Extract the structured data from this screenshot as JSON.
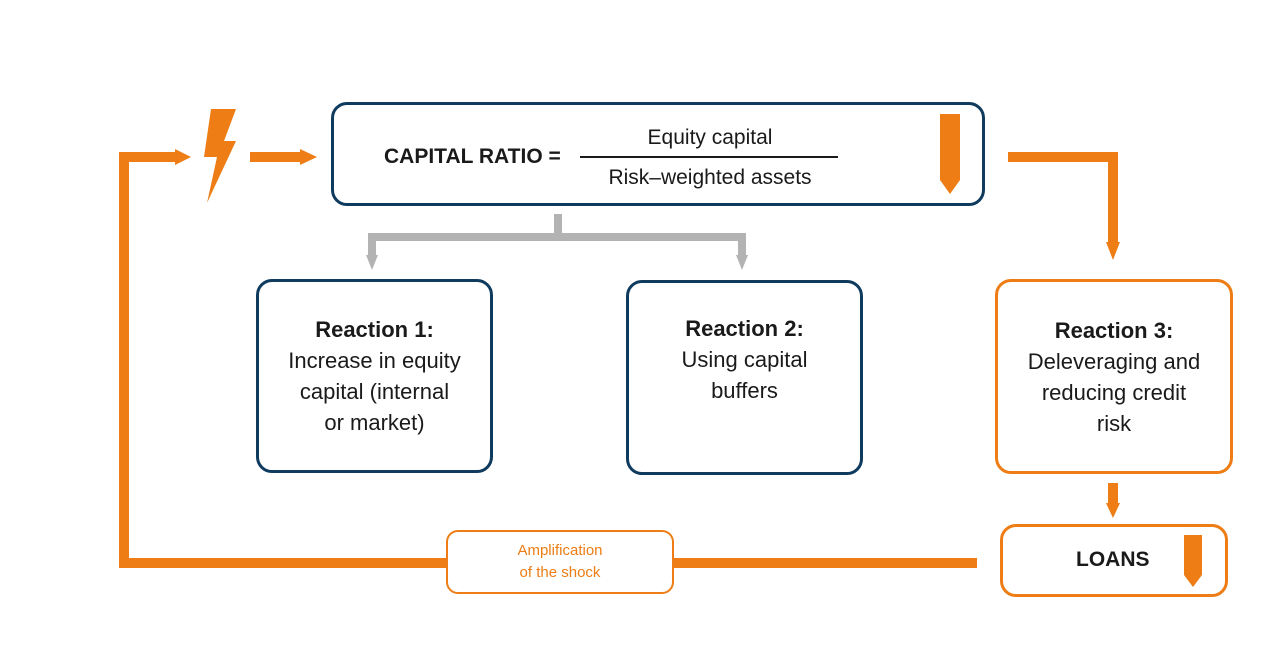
{
  "capital_ratio": {
    "label": "CAPITAL RATIO =",
    "numerator": "Equity capital",
    "denominator": "Risk–weighted assets"
  },
  "reactions": [
    {
      "title": "Reaction 1:",
      "lines": [
        "Increase in equity",
        "capital (internal",
        "or market)"
      ]
    },
    {
      "title": "Reaction 2:",
      "lines": [
        "Using capital",
        "buffers"
      ]
    },
    {
      "title": "Reaction 3:",
      "lines": [
        "Deleveraging and",
        "reducing credit",
        "risk"
      ]
    }
  ],
  "loans": {
    "label": "LOANS"
  },
  "amplification": {
    "lines": [
      "Amplification",
      "of the shock"
    ]
  },
  "colors": {
    "navy": "#0f3b5f",
    "orange": "#ed7d14",
    "gray": "#b3b3b3",
    "text": "#1a1a1a"
  },
  "icons": {
    "shock": "lightning-bolt-icon",
    "decrease": "down-arrow-icon"
  }
}
